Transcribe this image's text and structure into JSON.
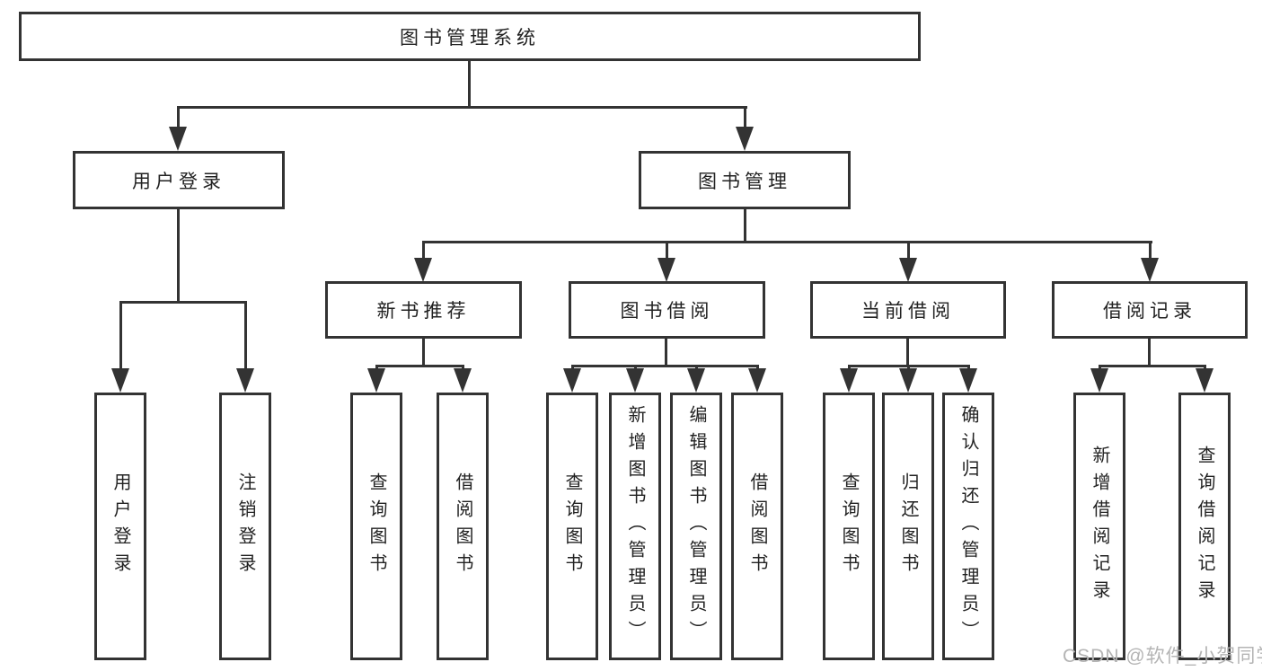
{
  "meta": {
    "type": "hierarchy-diagram",
    "background_color": "#ffffff"
  },
  "colors": {
    "line": "#333333",
    "box_border": "#333333",
    "text": "#222222",
    "watermark": "#b4b4b4"
  },
  "root": {
    "label": "图书管理系统"
  },
  "branches": [
    {
      "label": "用户登录",
      "children": [
        {
          "label": "用户登录"
        },
        {
          "label": "注销登录"
        }
      ]
    },
    {
      "label": "图书管理",
      "sections": [
        {
          "label": "新书推荐",
          "children": [
            {
              "label": "查询图书"
            },
            {
              "label": "借阅图书"
            }
          ]
        },
        {
          "label": "图书借阅",
          "children": [
            {
              "label": "查询图书"
            },
            {
              "label": "新增图书（管理员）"
            },
            {
              "label": "编辑图书（管理员）"
            },
            {
              "label": "借阅图书"
            }
          ]
        },
        {
          "label": "当前借阅",
          "children": [
            {
              "label": "查询图书"
            },
            {
              "label": "归还图书"
            },
            {
              "label": "确认归还（管理员）"
            }
          ]
        },
        {
          "label": "借阅记录",
          "children": [
            {
              "label": "新增借阅记录"
            },
            {
              "label": "查询借阅记录"
            }
          ]
        }
      ]
    }
  ],
  "watermark": {
    "text": "CSDN @软件_小贺同学"
  }
}
